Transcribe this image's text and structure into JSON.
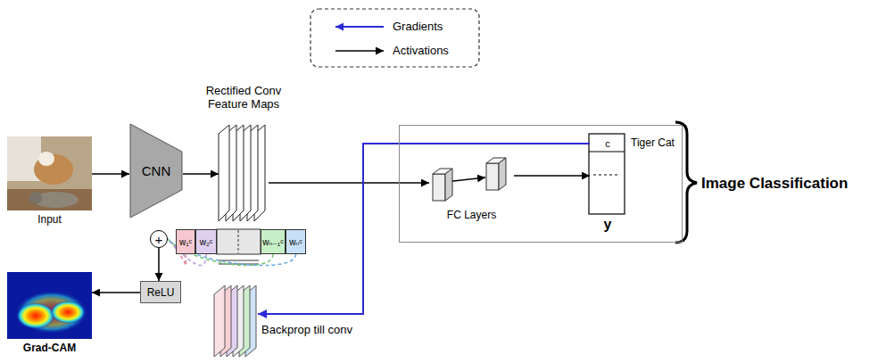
{
  "diagram": {
    "nodes": [
      {
        "text": [
          "Input"
        ]
      },
      {
        "text": [
          "CNN"
        ]
      },
      {
        "text": [
          "Rectified Conv Feature Maps"
        ]
      },
      {
        "text": [
          "Image Classification"
        ]
      },
      {
        "text": [
          "FC Layers"
        ],
        "in": 3
      },
      {
        "text": [
          "y"
        ],
        "in": 3
      },
      {
        "text": [
          "c",
          "Tiger Cat"
        ],
        "in": 5
      },
      {
        "text": [
          "w₁ᶜ"
        ]
      },
      {
        "text": [
          "w₂ᶜ"
        ]
      },
      {
        "text": [
          "wₙ₋₁ᶜ"
        ]
      },
      {
        "text": [
          "wₙᶜ"
        ]
      },
      {
        "text": [
          "+"
        ]
      },
      {
        "text": [
          "ReLU"
        ]
      },
      {
        "text": [
          "Grad-CAM"
        ]
      },
      {
        "text": [
          "Backprop till conv"
        ]
      }
    ],
    "edges": [
      {
        "from": 0,
        "to": 1,
        "arrow": "to"
      },
      {
        "from": 1,
        "to": 2,
        "arrow": "to"
      },
      {
        "from": 2,
        "to": 4,
        "arrow": "to"
      },
      {
        "from": 4,
        "to": 5,
        "arrow": "to"
      },
      {
        "from": 6,
        "to": 14,
        "arrow": "to"
      },
      {
        "from": 7,
        "to": 11,
        "arrow": "none"
      },
      {
        "from": 8,
        "to": 11,
        "arrow": "none"
      },
      {
        "from": 9,
        "to": 11,
        "arrow": "none"
      },
      {
        "from": 10,
        "to": 11,
        "arrow": "none"
      },
      {
        "from": 11,
        "to": 12,
        "arrow": "to"
      },
      {
        "from": 12,
        "to": 13,
        "arrow": "to"
      }
    ],
    "legend": [
      {
        "text": "Gradients"
      },
      {
        "text": "Activations"
      }
    ]
  }
}
